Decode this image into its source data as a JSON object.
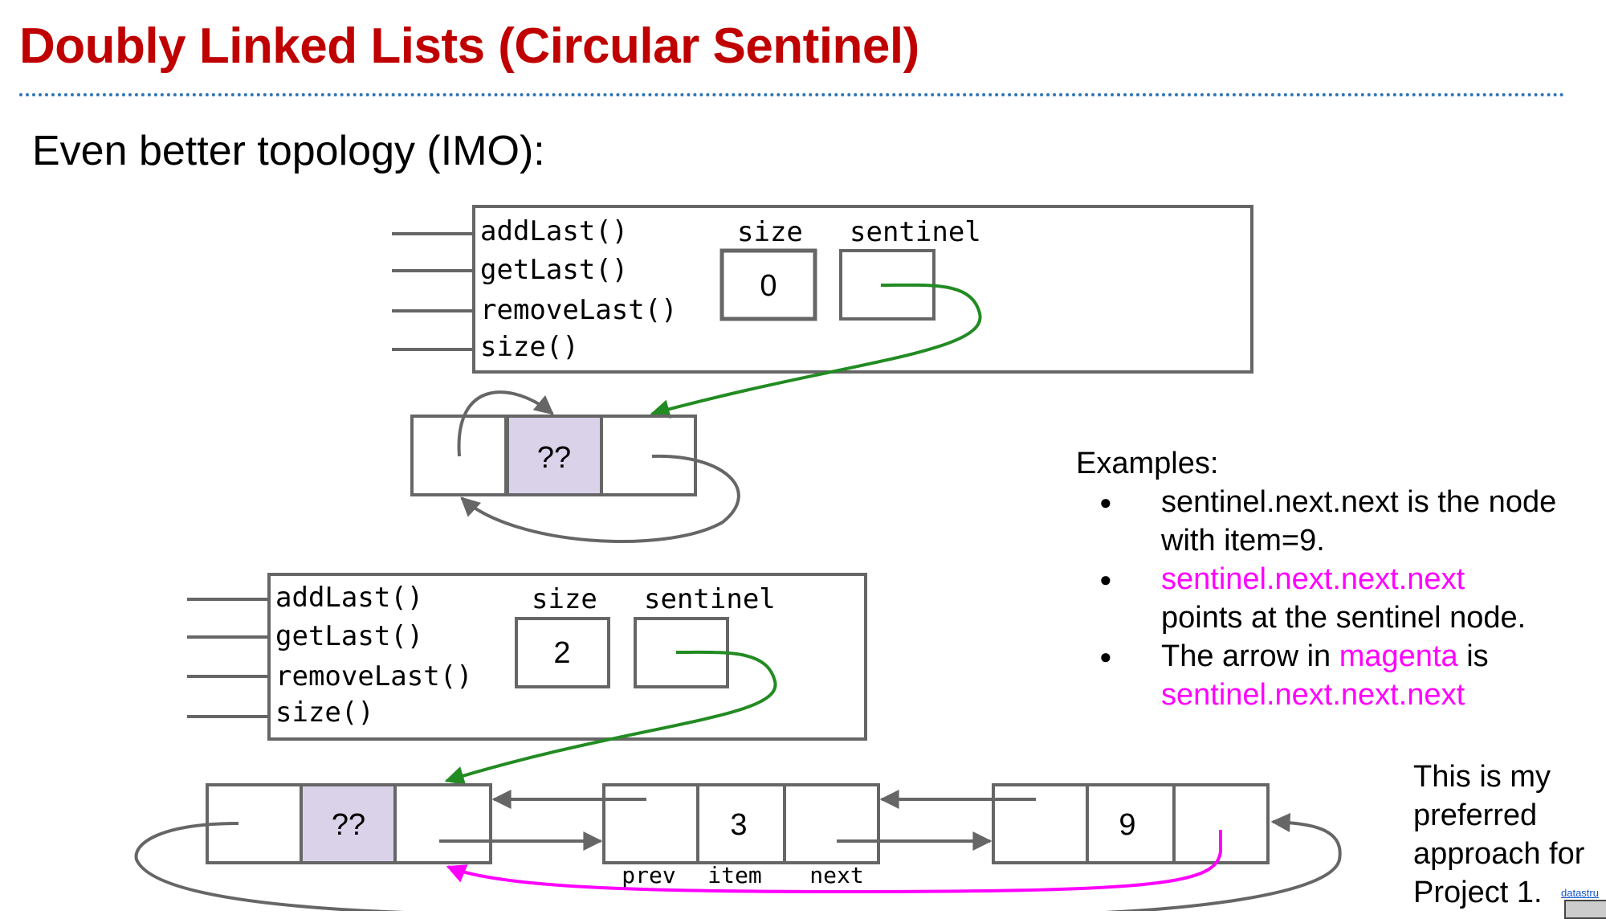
{
  "title": "Doubly Linked Lists (Circular Sentinel)",
  "subtitle": "Even better topology (IMO):",
  "methods": [
    "addLast()",
    "getLast()",
    "removeLast()",
    "size()"
  ],
  "size_label": "size",
  "sentinel_label": "sentinel",
  "empty_list": {
    "size": "0",
    "sentinel_item": "??"
  },
  "two_item_list": {
    "size": "2",
    "sentinel_item": "??",
    "node_items": [
      "3",
      "9"
    ],
    "field_labels": [
      "prev",
      "item",
      "next"
    ]
  },
  "examples": {
    "heading": "Examples:",
    "items": [
      {
        "text": "sentinel.next.next is the node with item=9."
      },
      {
        "highlight": "sentinel.next.next.next",
        "text": "points at the sentinel node."
      },
      {
        "prefix": "The arrow in ",
        "highlight": "magenta",
        "middle": " is",
        "highlight2": "sentinel.next.next.next"
      }
    ]
  },
  "note": "This is my preferred approach for Project 1.",
  "badge": "datastru",
  "colors": {
    "title": "#c00000",
    "rule": "#2e75b6",
    "box_stroke": "#666666",
    "sentinel_fill": "#d9d2e9",
    "green_arrow": "#228b22",
    "magenta": "#ff00ff"
  }
}
